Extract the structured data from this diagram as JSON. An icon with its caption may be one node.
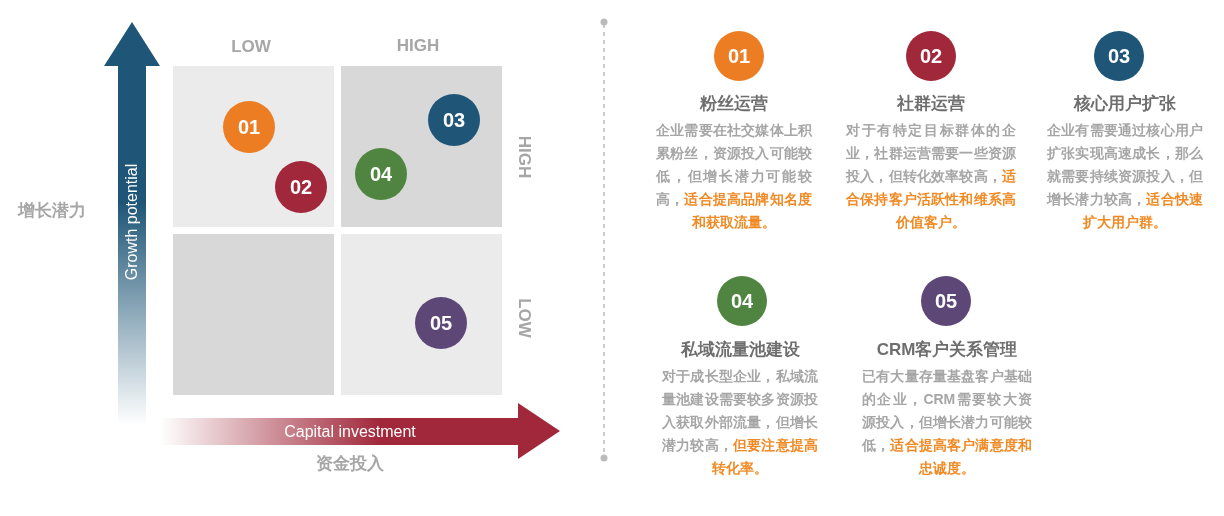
{
  "diagram": {
    "nodes": [
      {
        "text": [],
        "shape": "box"
      },
      {
        "text": [],
        "shape": "box"
      },
      {
        "text": [],
        "shape": "box"
      },
      {
        "text": [],
        "shape": "box"
      },
      {
        "text": [
          "01"
        ],
        "in": 0
      },
      {
        "text": [
          "02"
        ],
        "in": 0
      },
      {
        "text": [
          "03"
        ],
        "in": 1
      },
      {
        "text": [
          "04"
        ],
        "in": 1
      },
      {
        "text": [
          "05"
        ],
        "in": 3
      },
      {
        "text": [
          "01"
        ]
      },
      {
        "text": [
          "粉丝运营",
          "企业需要在社交媒体上积累粉丝，资源投入可能较低，但增长潜力可能较高，**适合提高品牌知名度和获取流量。**"
        ]
      },
      {
        "text": [
          "02"
        ]
      },
      {
        "text": [
          "社群运营",
          "对于有特定目标群体的企业，社群运营需要一些资源投入，但转化效率较高，**适合保持客户活跃性和维系高价值客户。**"
        ]
      },
      {
        "text": [
          "03"
        ]
      },
      {
        "text": [
          "核心用户扩张",
          "企业有需要通过核心用户扩张实现高速成长，那么就需要持续资源投入，但增长潜力较高，**适合快速扩大用户群。**"
        ]
      },
      {
        "text": [
          "04"
        ]
      },
      {
        "text": [
          "私域流量池建设",
          "对于成长型企业，私域流量池建设需要较多资源投入获取外部流量，但增长潜力较高，**但要注意提高转化率。**"
        ]
      },
      {
        "text": [
          "05"
        ]
      },
      {
        "text": [
          "CRM客户关系管理",
          "已有大量存量基盘客户基础的企业，CRM需要较大资源投入，但增长潜力可能较低，**适合提高客户满意度和忠诚度。**"
        ]
      }
    ],
    "edges": [],
    "labels": [
      "LOW",
      "HIGH",
      "增长潜力",
      "Growth potential",
      "HIGH",
      "LOW",
      "Capital investment",
      "资金投入"
    ]
  }
}
